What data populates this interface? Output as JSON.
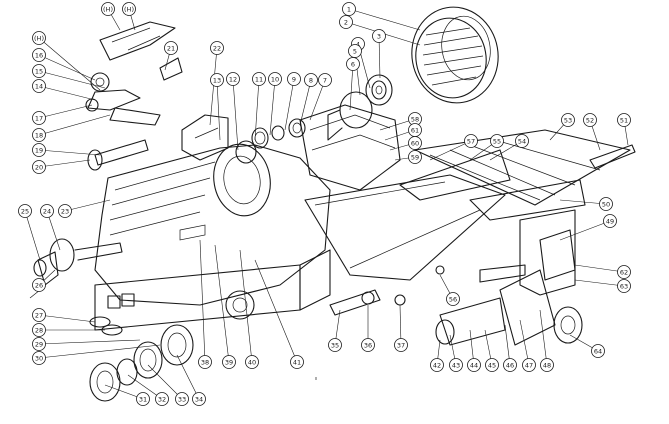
{
  "callouts": [
    {
      "label": "1"
    },
    {
      "label": "2"
    },
    {
      "label": "3"
    },
    {
      "label": "4"
    },
    {
      "label": "5"
    },
    {
      "label": "6"
    },
    {
      "label": "7"
    },
    {
      "label": "8"
    },
    {
      "label": "9"
    },
    {
      "label": "10"
    },
    {
      "label": "11"
    },
    {
      "label": "12"
    },
    {
      "label": "13"
    },
    {
      "label": "22"
    },
    {
      "label": "21"
    },
    {
      "label": "(H)"
    },
    {
      "label": "(H)"
    },
    {
      "label": "(H)"
    },
    {
      "label": "16"
    },
    {
      "label": "15"
    },
    {
      "label": "14"
    },
    {
      "label": "17"
    },
    {
      "label": "18"
    },
    {
      "label": "19"
    },
    {
      "label": "20"
    },
    {
      "label": "25"
    },
    {
      "label": "24"
    },
    {
      "label": "23"
    },
    {
      "label": "26"
    },
    {
      "label": "27"
    },
    {
      "label": "28"
    },
    {
      "label": "29"
    },
    {
      "label": "30"
    },
    {
      "label": "31"
    },
    {
      "label": "32"
    },
    {
      "label": "33"
    },
    {
      "label": "34"
    },
    {
      "label": "38"
    },
    {
      "label": "39"
    },
    {
      "label": "40"
    },
    {
      "label": "41"
    },
    {
      "label": "35"
    },
    {
      "label": "36"
    },
    {
      "label": "37"
    },
    {
      "label": "56"
    },
    {
      "label": "42"
    },
    {
      "label": "43"
    },
    {
      "label": "44"
    },
    {
      "label": "45"
    },
    {
      "label": "46"
    },
    {
      "label": "47"
    },
    {
      "label": "48"
    },
    {
      "label": "64"
    },
    {
      "label": "63"
    },
    {
      "label": "62"
    },
    {
      "label": "49"
    },
    {
      "label": "50"
    },
    {
      "label": "53"
    },
    {
      "label": "52"
    },
    {
      "label": "51"
    },
    {
      "label": "57"
    },
    {
      "label": "55"
    },
    {
      "label": "54"
    },
    {
      "label": "58"
    },
    {
      "label": "61"
    },
    {
      "label": "60"
    },
    {
      "label": "59"
    }
  ]
}
